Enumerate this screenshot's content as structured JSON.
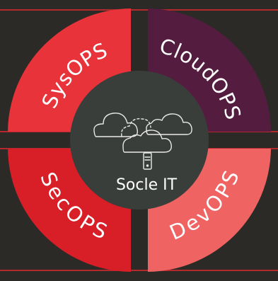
{
  "diagram": {
    "center": {
      "label": "Socle IT",
      "icon": "cloud-server-icon"
    },
    "quadrants": [
      {
        "id": "sysops",
        "label": "SysOPS",
        "color": "#e8333a"
      },
      {
        "id": "cloudops",
        "label": "CloudOPS",
        "color": "#541d3f"
      },
      {
        "id": "secops",
        "label": "SecOPS",
        "color": "#d81e27"
      },
      {
        "id": "devops",
        "label": "DevOPS",
        "color": "#ef6462"
      }
    ],
    "colors": {
      "background": "#2b2a26",
      "center": "#3a3e3b",
      "frame_lines": "#c4282e"
    }
  }
}
